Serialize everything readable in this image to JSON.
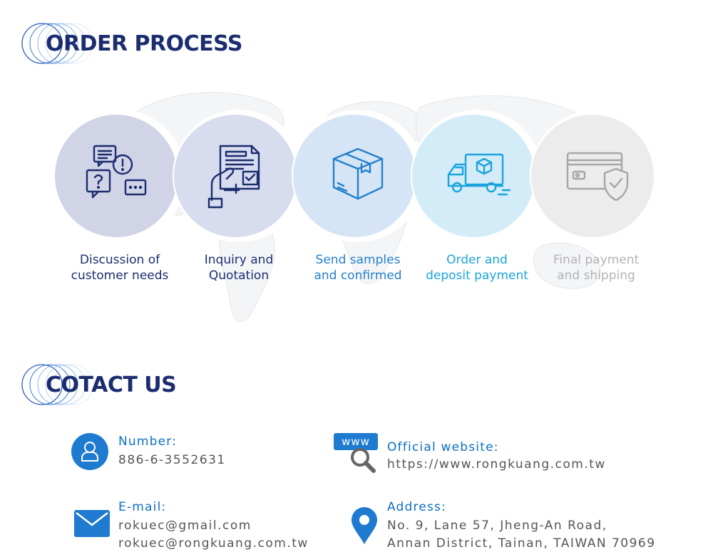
{
  "order_process": {
    "title": "ORDER PROCESS",
    "steps": [
      {
        "line1": "Discussion of",
        "line2": "customer needs",
        "icon": "chat-question-icon",
        "fill": "#d1d3e6",
        "text_color": "#1b2d6f",
        "icon_color": "#1b2d6f"
      },
      {
        "line1": "Inquiry and",
        "line2": "Quotation",
        "icon": "document-hand-icon",
        "fill": "#d7dcee",
        "text_color": "#1b2d6f",
        "icon_color": "#1b2d6f"
      },
      {
        "line1": "Send samples",
        "line2": "and confirmed",
        "icon": "box-icon",
        "fill": "#d6e5f5",
        "text_color": "#2280cc",
        "icon_color": "#2280cc"
      },
      {
        "line1": "Order and",
        "line2": "deposit payment",
        "icon": "delivery-truck-icon",
        "fill": "#d3ecf8",
        "text_color": "#1ba4dd",
        "icon_color": "#1ba4dd"
      },
      {
        "line1": "Final payment",
        "line2": "and shipping",
        "icon": "card-shield-icon",
        "fill": "#ececec",
        "text_color": "#b3b3b3",
        "icon_color": "#a6a6a6"
      }
    ]
  },
  "contact": {
    "title": "COTACT US",
    "number": {
      "label": "Number:",
      "value": "886-6-3552631",
      "icon": "user-icon"
    },
    "website": {
      "label": "Official website:",
      "value": "https://www.rongkuang.com.tw",
      "icon": "www-search-icon",
      "badge": "www"
    },
    "email": {
      "label": "E-mail:",
      "values": [
        "rokuec@gmail.com",
        "rokuec@rongkuang.com.tw"
      ],
      "icon": "envelope-icon"
    },
    "address": {
      "label": "Address:",
      "lines": [
        "No. 9, Lane 57, Jheng-An Road,",
        "Annan District, Tainan, TAIWAN 70969"
      ],
      "icon": "location-pin-icon"
    }
  },
  "colors": {
    "navy": "#1b2d6f",
    "blue": "#0d6fc2",
    "text_gray": "#555555"
  }
}
